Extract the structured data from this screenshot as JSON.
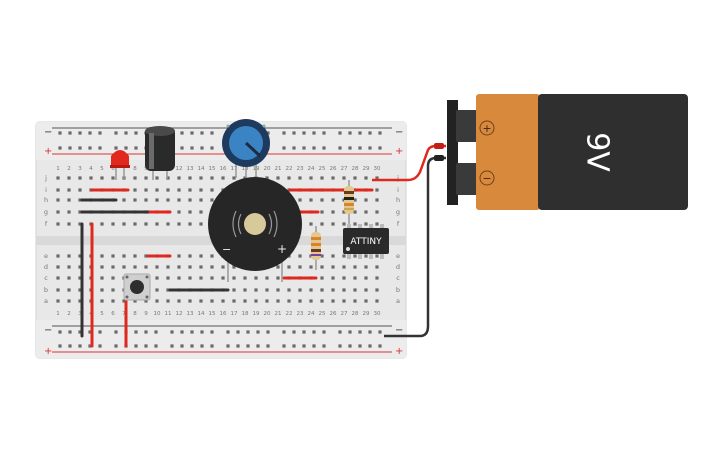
{
  "battery": {
    "label": "9V",
    "plus": "+",
    "minus": "−"
  },
  "chip": {
    "label": "ATTINY"
  },
  "buzzer": {
    "plus": "+",
    "minus": "−"
  },
  "breadboard": {
    "columns": [
      "1",
      "2",
      "3",
      "4",
      "5",
      "6",
      "7",
      "8",
      "9",
      "10",
      "11",
      "12",
      "13",
      "14",
      "15",
      "16",
      "17",
      "18",
      "19",
      "20",
      "21",
      "22",
      "23",
      "24",
      "25",
      "26",
      "27",
      "28",
      "29",
      "30"
    ],
    "rows_top": [
      "j",
      "i",
      "h",
      "g",
      "f"
    ],
    "rows_bottom": [
      "e",
      "d",
      "c",
      "b",
      "a"
    ],
    "rail_minus": "−",
    "rail_plus": "+"
  },
  "colors": {
    "red_wire": "#e0281e",
    "black_wire": "#333333",
    "board": "#e8e8e8",
    "battery_body": "#2f2f2f",
    "battery_cap": "#d9893c"
  }
}
